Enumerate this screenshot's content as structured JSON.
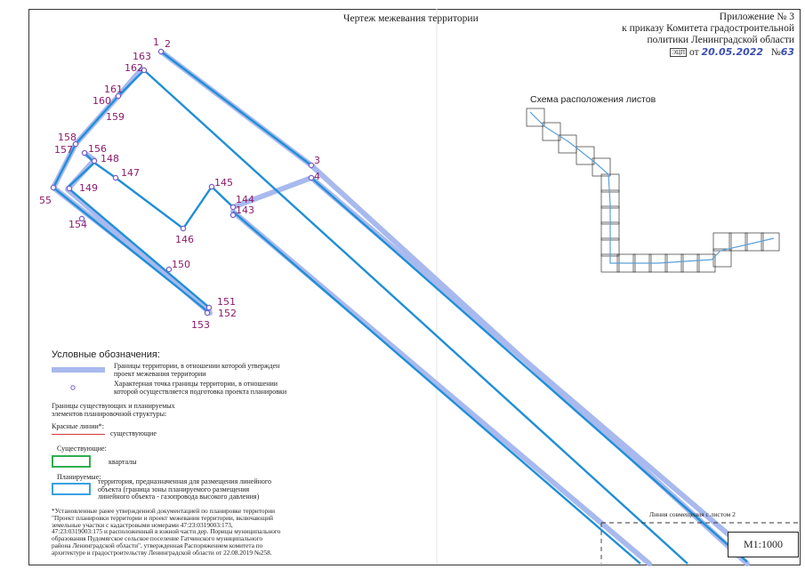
{
  "header": {
    "title": "Чертеж межевания территории",
    "appendix": [
      "Приложение № 3",
      "к приказу Комитета  градостроительной",
      "политики Ленинградской области"
    ],
    "stamp_text": "ЭЦП",
    "date_prefix": "от",
    "date_value": "20.05.2022",
    "number_prefix": "№",
    "number_value": "63"
  },
  "scheme": {
    "title": "Схема расположения листов"
  },
  "points": [
    {
      "id": "p1",
      "label": "1"
    },
    {
      "id": "p2",
      "label": "2"
    },
    {
      "id": "p163",
      "label": "163"
    },
    {
      "id": "p162",
      "label": "162"
    },
    {
      "id": "p161",
      "label": "161"
    },
    {
      "id": "p160",
      "label": "160"
    },
    {
      "id": "p159",
      "label": "159"
    },
    {
      "id": "p158",
      "label": "158"
    },
    {
      "id": "p157",
      "label": "157"
    },
    {
      "id": "p156",
      "label": "156"
    },
    {
      "id": "p148",
      "label": "148"
    },
    {
      "id": "p147",
      "label": "147"
    },
    {
      "id": "p155",
      "label": "55"
    },
    {
      "id": "p149",
      "label": "149"
    },
    {
      "id": "p154",
      "label": "154"
    },
    {
      "id": "p146",
      "label": "146"
    },
    {
      "id": "p145",
      "label": "145"
    },
    {
      "id": "p144",
      "label": "144"
    },
    {
      "id": "p143",
      "label": "143"
    },
    {
      "id": "p3",
      "label": "3"
    },
    {
      "id": "p4",
      "label": "4"
    },
    {
      "id": "p150",
      "label": "150"
    },
    {
      "id": "p151",
      "label": "151"
    },
    {
      "id": "p152",
      "label": "152"
    },
    {
      "id": "p153",
      "label": "153"
    }
  ],
  "legend": {
    "title": "Условные обозначения:",
    "boundary": "Границы территории, в отношении которой утвержден проект межевания территории",
    "char_point": "Характерная точка границы территории, в отношении которой осуществляется подготовка проекта планировки",
    "borders_heading": "Границы существующих и планируемых элементов планировочной структуры:",
    "red_lines_heading": "Красные линии*:",
    "existing_red": "существующие",
    "existing_heading": "Существующие:",
    "blocks": "кварталы",
    "planned_heading": "Планируемые:",
    "linear_object": "территория, предназначенная для размещения линейного объекта (граница зоны планируемого размещения линейного объекта - газопровода высокого давления)",
    "footnote": "*Установленные ранее утвержденной документацией по планировке территории \"Проект планировки территории и проект межевания территории, включающий земельные участки с кадастровыми номерами 47:23:0319003:173, 47:23:0319003:175 и расположенный в южной части дер. Порицы муниципального образования Пудомягское сельское поселение Гатчинского муниципального района Ленинградской области\", утвержденная Распоряжением комитета по архитектуре и градостроительству Ленинградской области от 22.08.2019 №258."
  },
  "join_label": "Линия совмещения с листом 2",
  "scale": "М1:1000",
  "colors": {
    "boundary": "#a8b9ee",
    "zone_line": "#1f8fd6",
    "point_label": "#8b1a6b",
    "red_line": "#d23a3a",
    "blocks": "#2fae4f"
  }
}
